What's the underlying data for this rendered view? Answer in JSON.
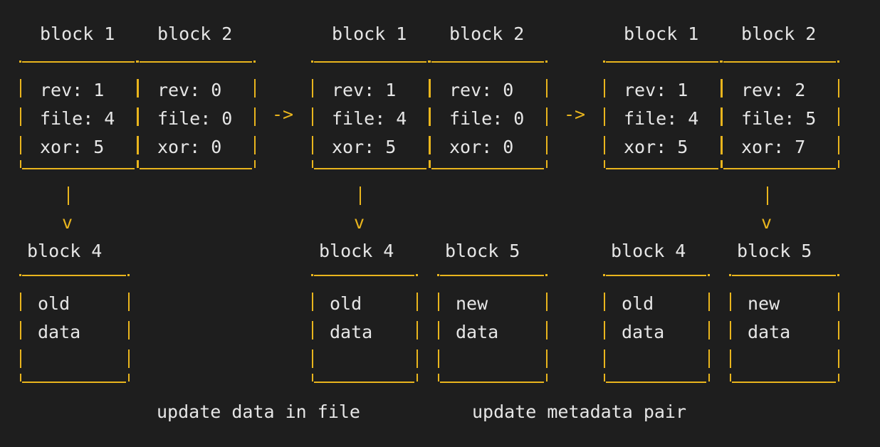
{
  "colors": {
    "background": "#1e1e1e",
    "text": "#e6e6e6",
    "border": "#e9b51d"
  },
  "states": [
    {
      "meta": [
        {
          "label": "block 1",
          "rev": "rev: 1",
          "file": "file: 4",
          "xor": "xor: 5"
        },
        {
          "label": "block 2",
          "rev": "rev: 0",
          "file": "file: 0",
          "xor": "xor: 0"
        }
      ],
      "data": [
        {
          "label": "block 4",
          "line1": "old",
          "line2": "data"
        }
      ]
    },
    {
      "meta": [
        {
          "label": "block 1",
          "rev": "rev: 1",
          "file": "file: 4",
          "xor": "xor: 5"
        },
        {
          "label": "block 2",
          "rev": "rev: 0",
          "file": "file: 0",
          "xor": "xor: 0"
        }
      ],
      "data": [
        {
          "label": "block 4",
          "line1": "old",
          "line2": "data"
        },
        {
          "label": "block 5",
          "line1": "new",
          "line2": "data"
        }
      ]
    },
    {
      "meta": [
        {
          "label": "block 1",
          "rev": "rev: 1",
          "file": "file: 4",
          "xor": "xor: 5"
        },
        {
          "label": "block 2",
          "rev": "rev: 2",
          "file": "file: 5",
          "xor": "xor: 7"
        }
      ],
      "data": [
        {
          "label": "block 4",
          "line1": "old",
          "line2": "data"
        },
        {
          "label": "block 5",
          "line1": "new",
          "line2": "data"
        }
      ]
    }
  ],
  "arrow": "->",
  "pointer_head": "v",
  "captions": {
    "step1": "update data in file",
    "step2": "update metadata pair"
  }
}
